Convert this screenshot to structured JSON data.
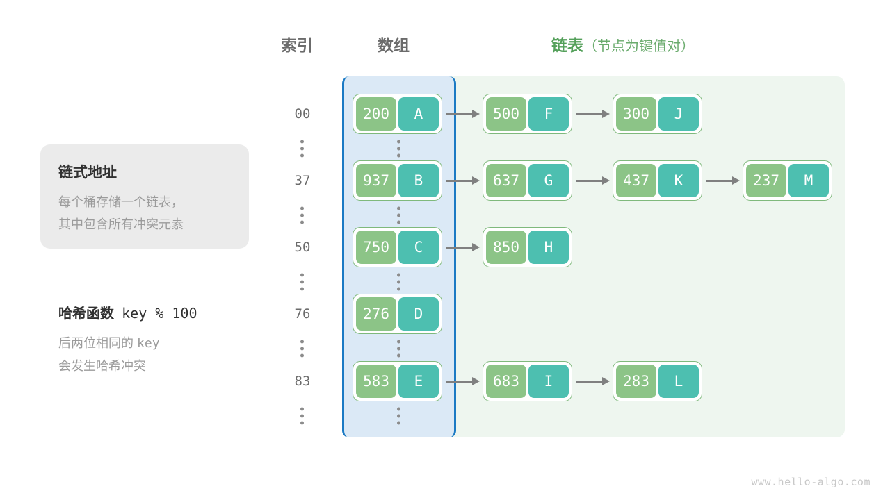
{
  "headers": {
    "index": "索引",
    "array": "数组",
    "list_main": "链表",
    "list_sub": "（节点为键值对）"
  },
  "info": {
    "title": "链式地址",
    "desc_line1": "每个桶存储一个链表，",
    "desc_line2": "其中包含所有冲突元素"
  },
  "hash": {
    "label": "哈希函数",
    "formula": "key % 100",
    "desc_line1_a": "后两位相同的",
    "desc_line1_b": "key",
    "desc_line2": "会发生哈希冲突"
  },
  "colors": {
    "key_cell": "#8cc487",
    "value_cell": "#4dbfb0",
    "node_border": "#7fb97c",
    "array_panel_bg": "#dbe9f6",
    "array_panel_border": "#1b7ac4",
    "list_panel_bg": "#eef6ef",
    "arrow": "#808080",
    "accent_green": "#54a05a",
    "info_box_bg": "#ebebeb"
  },
  "buckets": [
    {
      "index": "00",
      "nodes": [
        {
          "key": "200",
          "value": "A"
        },
        {
          "key": "500",
          "value": "F"
        },
        {
          "key": "300",
          "value": "J"
        }
      ]
    },
    {
      "index": "37",
      "nodes": [
        {
          "key": "937",
          "value": "B"
        },
        {
          "key": "637",
          "value": "G"
        },
        {
          "key": "437",
          "value": "K"
        },
        {
          "key": "237",
          "value": "M"
        }
      ]
    },
    {
      "index": "50",
      "nodes": [
        {
          "key": "750",
          "value": "C"
        },
        {
          "key": "850",
          "value": "H"
        }
      ]
    },
    {
      "index": "76",
      "nodes": [
        {
          "key": "276",
          "value": "D"
        }
      ]
    },
    {
      "index": "83",
      "nodes": [
        {
          "key": "583",
          "value": "E"
        },
        {
          "key": "683",
          "value": "I"
        },
        {
          "key": "283",
          "value": "L"
        }
      ]
    }
  ],
  "footer": {
    "watermark": "www.hello-algo.com"
  }
}
